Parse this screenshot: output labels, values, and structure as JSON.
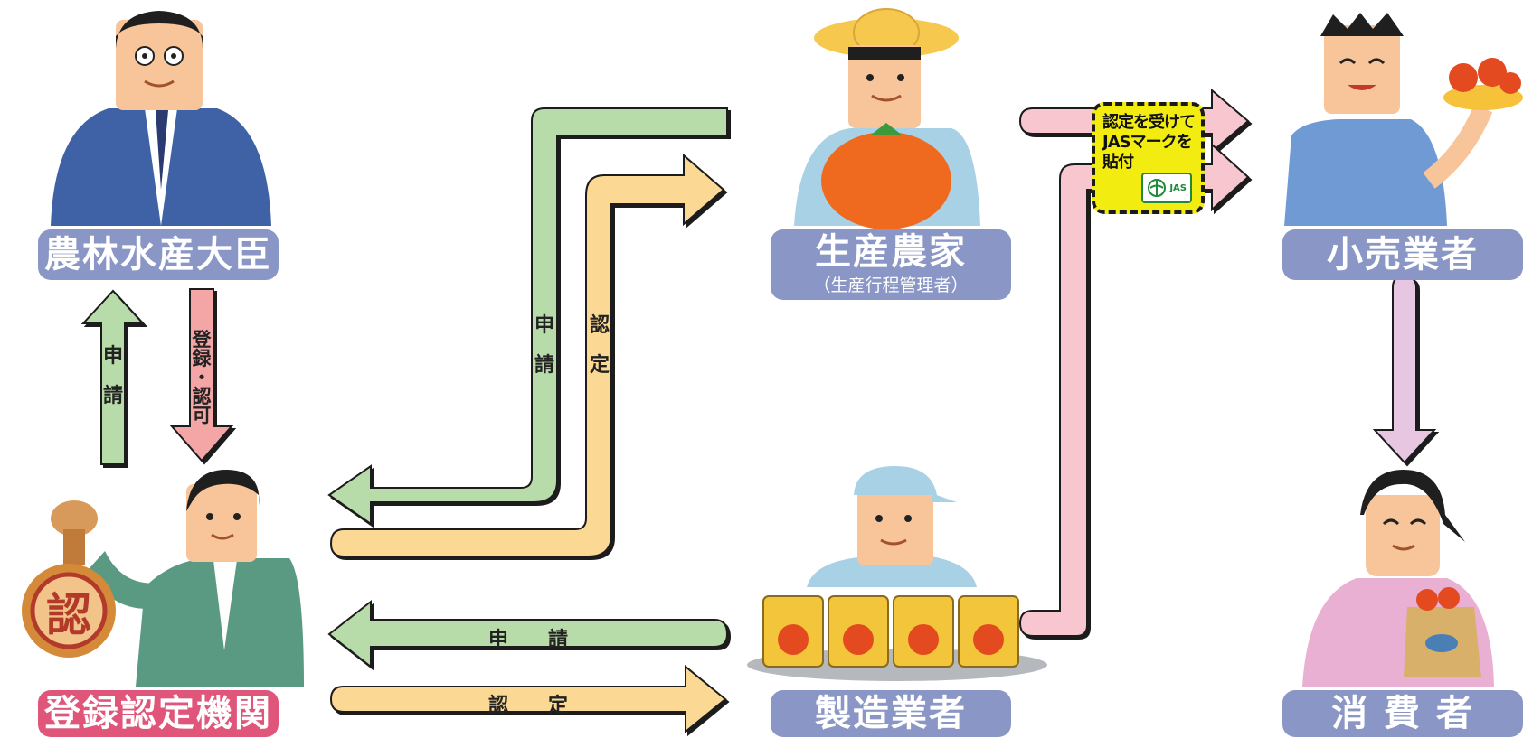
{
  "actors": {
    "minister": "農林水産大臣",
    "agency": "登録認定機関",
    "farmer": "生産農家",
    "farmer_sub": "（生産行程管理者）",
    "manufacturer": "製造業者",
    "retailer": "小売業者",
    "consumer": "消 費 者"
  },
  "arrows": {
    "apply_v_left": "申\n\n請",
    "register_v": "登\n録\n・\n認\n可",
    "apply_farmer": "申\n\n請",
    "certify_farmer": "認\n\n定",
    "apply_maker": "申　　請",
    "certify_maker": "認　　定"
  },
  "jas_box": {
    "text": "認定を受けて\nJASマークを\n貼付",
    "mark_label": "JAS"
  },
  "stamp_char": "認",
  "colors": {
    "label_blue": "#8a96c5",
    "label_red": "#e0557a",
    "arrow_green": "#b8dca9",
    "arrow_orange": "#fbd894",
    "arrow_pink": "#f7c6cf",
    "arrow_purple": "#e6c6e1",
    "arrow_red": "#f4a6a6",
    "jas_yellow": "#f3ec11"
  }
}
